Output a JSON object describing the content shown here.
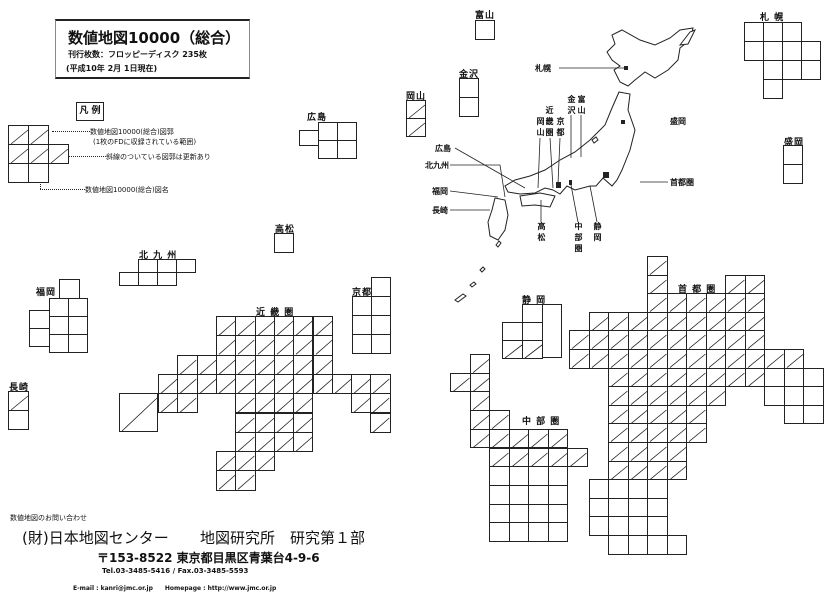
{
  "header": {
    "title": "数値地図10000（総合）",
    "issue_count": "刊行枚数：フロッピーディスク 235枚",
    "as_of": "(平成10年 2月 1日現在)"
  },
  "legend": {
    "title": "凡 例",
    "note_range": "数値地図10000(総合)図郭",
    "note_range_sub": "(1枚のFDに収録されている範囲)",
    "note_diagonal": "斜線のついている図郭は更新あり",
    "note_name": "数値地図10000(総合)図名"
  },
  "regions": {
    "toyama": "富山",
    "kanazawa": "金沢",
    "okayama": "岡山",
    "hiroshima": "広島",
    "sapporo": "札 幌",
    "morioka": "盛岡",
    "takamatsu": "高松",
    "kitakyushu": "北 九 州",
    "fukuoka": "福岡",
    "kyoto": "京都",
    "kinki": "近 畿 圏",
    "nagasaki": "長崎",
    "shizuoka": "静 岡",
    "chubu": "中 部 圏",
    "shutoken": "首 都 圏"
  },
  "overview_map": {
    "labels": {
      "sapporo": "札幌",
      "morioka": "盛岡",
      "shutoken": "首都圏",
      "hiroshima": "広島",
      "kitakyushu": "北九州",
      "fukuoka": "福岡",
      "nagasaki": "長崎",
      "kinki": "近畿圏",
      "okayama": "岡山",
      "kyoto": "京都",
      "kanazawa": "金沢",
      "toyama": "富山",
      "takamatsu": "高松",
      "chubu": "中部圏",
      "shizuoka": "静岡"
    }
  },
  "contact": {
    "heading": "数値地図のお問い合わせ",
    "organization": "(財)日本地図センター",
    "department": "地図研究所　研究第１部",
    "address": "〒153-8522 東京都目黒区青葉台4-9-6",
    "tel_fax": "Tel.03-3485-5416 / Fax.03-3485-5593",
    "email_web": "E-mail : kanri@jmc.or.jp　　Homepage : http://www.jmc.or.jp"
  }
}
